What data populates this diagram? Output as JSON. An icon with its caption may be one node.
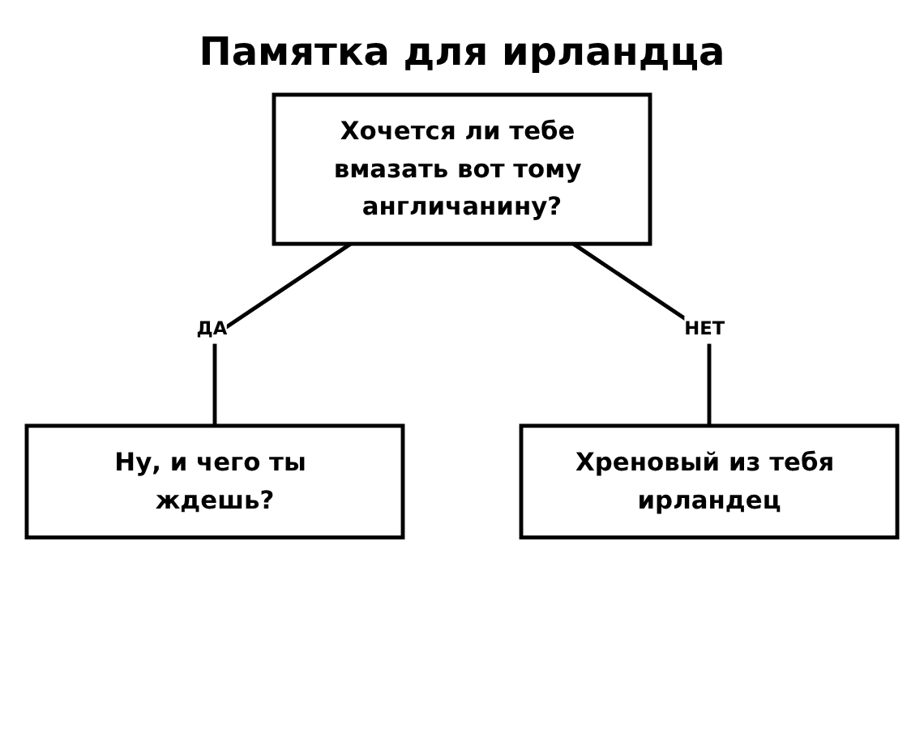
{
  "diagram": {
    "title": "Памятка для ирландца",
    "nodes": [
      {
        "text": [
          "Хочется ли тебе вмазать вот тому англичанину?"
        ]
      },
      {
        "text": [
          "Ну, и чего ты ждешь?"
        ]
      },
      {
        "text": [
          "Хреновый из тебя ирландец"
        ]
      }
    ],
    "edges": [
      {
        "from": 0,
        "to": 1,
        "arrow": "none",
        "label": "ДА"
      },
      {
        "from": 0,
        "to": 2,
        "arrow": "none",
        "label": "НЕТ"
      }
    ]
  }
}
